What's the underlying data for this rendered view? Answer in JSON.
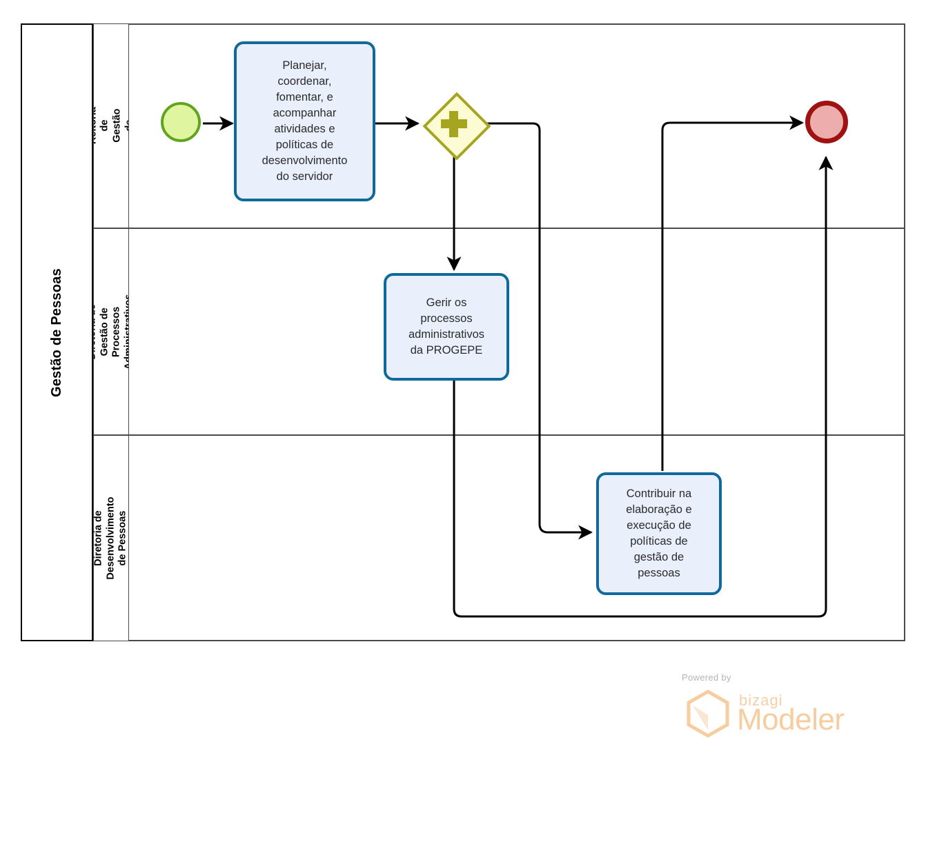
{
  "diagram": {
    "type": "bpmn-process",
    "pool_title": "Gestão de Pessoas",
    "lanes": [
      {
        "id": "lane-pro-reitoria",
        "label": "Pró-Reitoria de Gestão de\nPessoas"
      },
      {
        "id": "lane-diretoria-processos",
        "label": "Diretoria de Gestão de\nProcessos Administrativos"
      },
      {
        "id": "lane-diretoria-desenvolvimento",
        "label": "Diretoria de Desenvolvimento\nde Pessoas"
      }
    ],
    "nodes": [
      {
        "id": "start-event",
        "type": "start-event",
        "label": "",
        "lane": "lane-pro-reitoria"
      },
      {
        "id": "task-planejar",
        "type": "task",
        "label": "Planejar,\ncoordenar,\nfomentar, e\nacompanhar\natividades e\npolíticas de\ndesenvolvimento\ndo servidor",
        "lane": "lane-pro-reitoria"
      },
      {
        "id": "gateway-parallel",
        "type": "parallel-gateway",
        "label": "",
        "lane": "lane-pro-reitoria"
      },
      {
        "id": "task-gerir",
        "type": "task",
        "label": "Gerir os\nprocessos\nadministrativos\nda PROGEPE",
        "lane": "lane-diretoria-processos"
      },
      {
        "id": "task-contribuir",
        "type": "task",
        "label": "Contribuir na\nelaboração e\nexecução de\npolíticas de\ngestão de\npessoas",
        "lane": "lane-diretoria-desenvolvimento"
      },
      {
        "id": "end-event",
        "type": "end-event",
        "label": "",
        "lane": "lane-pro-reitoria"
      }
    ],
    "flows": [
      {
        "from": "start-event",
        "to": "task-planejar"
      },
      {
        "from": "task-planejar",
        "to": "gateway-parallel"
      },
      {
        "from": "gateway-parallel",
        "to": "task-gerir"
      },
      {
        "from": "gateway-parallel",
        "to": "task-contribuir"
      },
      {
        "from": "task-contribuir",
        "to": "end-event"
      },
      {
        "from": "task-gerir",
        "to": "end-event"
      }
    ],
    "colors": {
      "task_fill": "#eaeffc",
      "task_border": "#10699b",
      "start_fill": "#dff5a0",
      "start_border": "#62a420",
      "end_fill": "#edadad",
      "end_border": "#9e1212",
      "gateway_fill": "#fcfbd4",
      "gateway_border": "#a5a520",
      "lane_border": "#4a4a4a",
      "connector": "#000000"
    }
  },
  "watermark": {
    "powered_by": "Powered by",
    "brand": "bizagi",
    "product": "Modeler"
  }
}
